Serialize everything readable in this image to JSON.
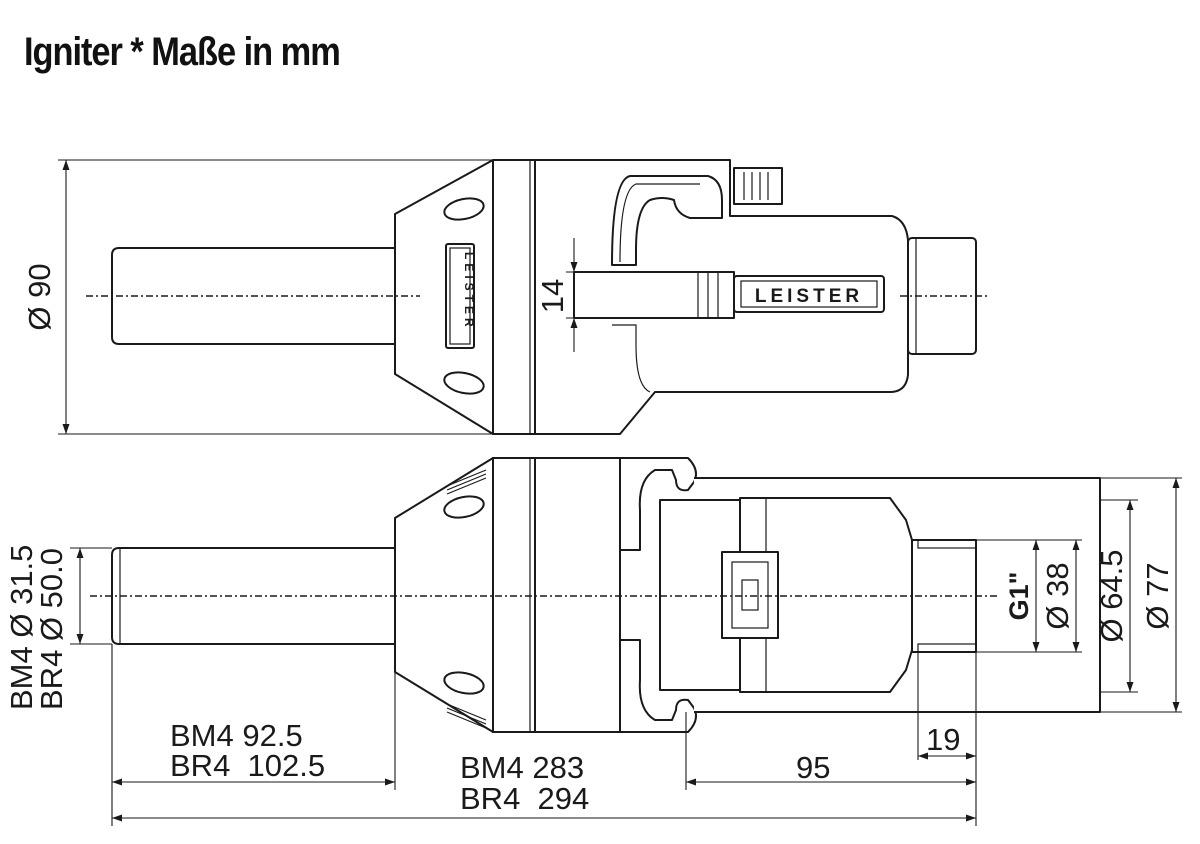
{
  "title": "Igniter * Maße in mm",
  "logo": "LEISTER",
  "dimensions": {
    "top_height": "Ø 90",
    "inlet_gap": "14",
    "bm4_diameter": "BM4 Ø 31.5",
    "br4_diameter": "BR4 Ø 50.0",
    "bm4_tube_length": "BM4 92.5",
    "br4_tube_length": "BR4  102.5",
    "bm4_total_length": "BM4 283",
    "br4_total_length": "BR4  294",
    "outlet_length": "95",
    "thread_length": "19",
    "thread": "G1\"",
    "d38": "Ø 38",
    "d64_5": "Ø 64.5",
    "d77": "Ø 77"
  }
}
